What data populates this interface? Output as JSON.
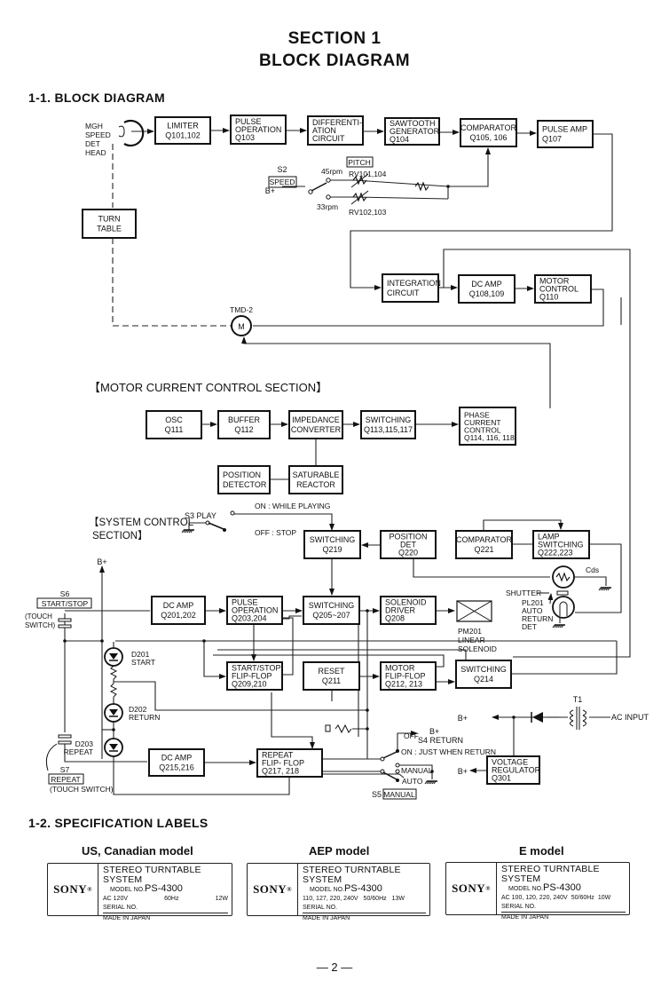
{
  "header": {
    "section": "SECTION 1",
    "title": "BLOCK DIAGRAM"
  },
  "block_diagram": {
    "heading": "1-1.  BLOCK DIAGRAM",
    "speed_control": {
      "head_label": [
        "MGH",
        "SPEED",
        "DET",
        "HEAD"
      ],
      "blocks": [
        {
          "id": "limiter",
          "lines": [
            "LIMITER",
            "Q101,102"
          ]
        },
        {
          "id": "pulse-operation-q103",
          "lines": [
            "PULSE",
            "OPERATION",
            "Q103"
          ]
        },
        {
          "id": "differentiation-circuit",
          "lines": [
            "DIFFERENTI-",
            "ATION",
            "CIRCUIT"
          ]
        },
        {
          "id": "sawtooth-generator",
          "lines": [
            "SAWTOOTH",
            "GENERATOR",
            "Q104"
          ]
        },
        {
          "id": "comparator-q105",
          "lines": [
            "COMPARATOR",
            "Q105, 106"
          ]
        },
        {
          "id": "pulse-amp",
          "lines": [
            "PULSE  AMP",
            "Q107"
          ]
        },
        {
          "id": "turn-table",
          "lines": [
            "TURN",
            "TABLE"
          ]
        },
        {
          "id": "integration-circuit",
          "lines": [
            "INTEGRATION",
            "CIRCUIT"
          ]
        },
        {
          "id": "dc-amp-q108",
          "lines": [
            "DC  AMP",
            "Q108,109"
          ]
        },
        {
          "id": "motor-control",
          "lines": [
            "MOTOR",
            "CONTROL",
            "Q110"
          ]
        }
      ],
      "s2_label": "S2",
      "speed_label": "SPEED",
      "pitch_label": "PITCH",
      "bplus": "B+",
      "rpm45": "45rpm",
      "rpm33": "33rpm",
      "rv1": "RV101,104",
      "rv2": "RV102,103",
      "motor_label": "TMD-2",
      "motor_symbol": "M"
    },
    "motor_current": {
      "heading": "【MOTOR CURRENT CONTROL SECTION】",
      "blocks": [
        {
          "id": "osc",
          "lines": [
            "OSC",
            "Q111"
          ]
        },
        {
          "id": "buffer",
          "lines": [
            "BUFFER",
            "Q112"
          ]
        },
        {
          "id": "impedance-converter",
          "lines": [
            "IMPEDANCE",
            "CONVERTER"
          ]
        },
        {
          "id": "switching-q113",
          "lines": [
            "SWITCHING",
            "Q113,115,117"
          ]
        },
        {
          "id": "phase-current-control",
          "lines": [
            "PHASE",
            "CURRENT",
            "CONTROL",
            "Q114, 116, 118"
          ]
        },
        {
          "id": "position-detector",
          "lines": [
            "POSITION",
            "DETECTOR"
          ]
        },
        {
          "id": "saturable-reactor",
          "lines": [
            "SATURABLE",
            "REACTOR"
          ]
        }
      ]
    },
    "system_control": {
      "heading": [
        "【SYSTEM CONTROL",
        "SECTION】"
      ],
      "s3_label": "S3  PLAY",
      "s3_on": "ON : WHILE PLAYING",
      "s3_off": "OFF : STOP",
      "bplus": "B+",
      "s6_label": "S6",
      "s6_name": "START/STOP",
      "s6_touch": [
        "(TOUCH",
        "SWITCH)"
      ],
      "d201": [
        "D201",
        "START"
      ],
      "d202": [
        "D202",
        "RETURN"
      ],
      "d203": [
        "D203",
        "REPEAT"
      ],
      "s7_label": "S7",
      "s7_name": "REPEAT",
      "s7_touch": "(TOUCH SWITCH)",
      "blocks": [
        {
          "id": "switching-q219",
          "lines": [
            "SWITCHING",
            "Q219"
          ]
        },
        {
          "id": "position-det-q220",
          "lines": [
            "POSITION",
            "DET",
            "Q220"
          ]
        },
        {
          "id": "comparator-q221",
          "lines": [
            "COMPARATOR",
            "Q221"
          ]
        },
        {
          "id": "lamp-switching",
          "lines": [
            "LAMP",
            "SWITCHING",
            "Q222,223"
          ]
        },
        {
          "id": "dc-amp-q201",
          "lines": [
            "DC  AMP",
            "Q201,202"
          ]
        },
        {
          "id": "pulse-operation-q203",
          "lines": [
            "PULSE",
            "OPERATION",
            "Q203,204"
          ]
        },
        {
          "id": "switching-q205",
          "lines": [
            "SWITCHING",
            "Q205~207"
          ]
        },
        {
          "id": "solenoid-driver",
          "lines": [
            "SOLENOID",
            "DRIVER",
            "Q208"
          ]
        },
        {
          "id": "start-stop-flip-flop",
          "lines": [
            "START/STOP",
            "FLIP-FLOP",
            "Q209,210"
          ]
        },
        {
          "id": "reset",
          "lines": [
            "RESET",
            "Q211"
          ]
        },
        {
          "id": "motor-flip-flop",
          "lines": [
            "MOTOR",
            "FLIP-FLOP",
            "Q212, 213"
          ]
        },
        {
          "id": "switching-q214",
          "lines": [
            "SWITCHING",
            "Q214"
          ]
        },
        {
          "id": "dc-amp-q215",
          "lines": [
            "DC  AMP",
            "Q215,216"
          ]
        },
        {
          "id": "repeat-flip-flop",
          "lines": [
            "REPEAT",
            "FLIP- FLOP",
            "Q217, 218"
          ]
        },
        {
          "id": "voltage-regulator",
          "lines": [
            "VOLTAGE",
            "REGULATOR",
            "Q301"
          ]
        }
      ],
      "cds_label": "Cds",
      "shutter_label": "SHUTTER",
      "pl201": [
        "PL201",
        "AUTO",
        "RETURN",
        "DET"
      ],
      "pm201": [
        "PM201",
        "LINEAR",
        "SOLENOID"
      ],
      "s4_off": "OFF",
      "s4_label": "S4 RETURN",
      "s4_on": "ON : JUST WHEN RETURN",
      "s5_manual_pos": "MANUAL",
      "s5_auto": "AUTO",
      "s5_label": "S5",
      "s5_name": "MANUAL",
      "t1_label": "T1",
      "ac_input": "AC INPUT"
    }
  },
  "spec_labels": {
    "heading": "1-2.  SPECIFICATION LABELS",
    "labels": [
      {
        "title": "US, Canadian model",
        "brand": "SONY",
        "product": "STEREO  TURNTABLE  SYSTEM",
        "model_prefix": "MODEL NO.",
        "model": "PS-4300",
        "power": [
          "AC  120V",
          "60Hz",
          "12W"
        ],
        "serial": "SERIAL NO.",
        "made": "MADE IN JAPAN"
      },
      {
        "title": "AEP model",
        "brand": "SONY",
        "product": "STEREO  TURNTABLE  SYSTEM",
        "model_prefix": "MODEL NO.",
        "model": "PS-4300",
        "power": [
          "110, 127, 220, 240V",
          "50/60Hz",
          "13W"
        ],
        "serial": "SERIAL NO.",
        "made": "MADE IN JAPAN"
      },
      {
        "title": "E model",
        "brand": "SONY",
        "product": "STEREO  TURNTABLE  SYSTEM",
        "model_prefix": "MODEL NO.",
        "model": "PS-4300",
        "power": [
          "AC 100, 120, 220, 240V",
          "50/60Hz",
          "10W"
        ],
        "serial": "SERIAL NO.",
        "made": "MADE IN JAPAN"
      }
    ]
  },
  "footer": {
    "page": "—  2  —"
  }
}
